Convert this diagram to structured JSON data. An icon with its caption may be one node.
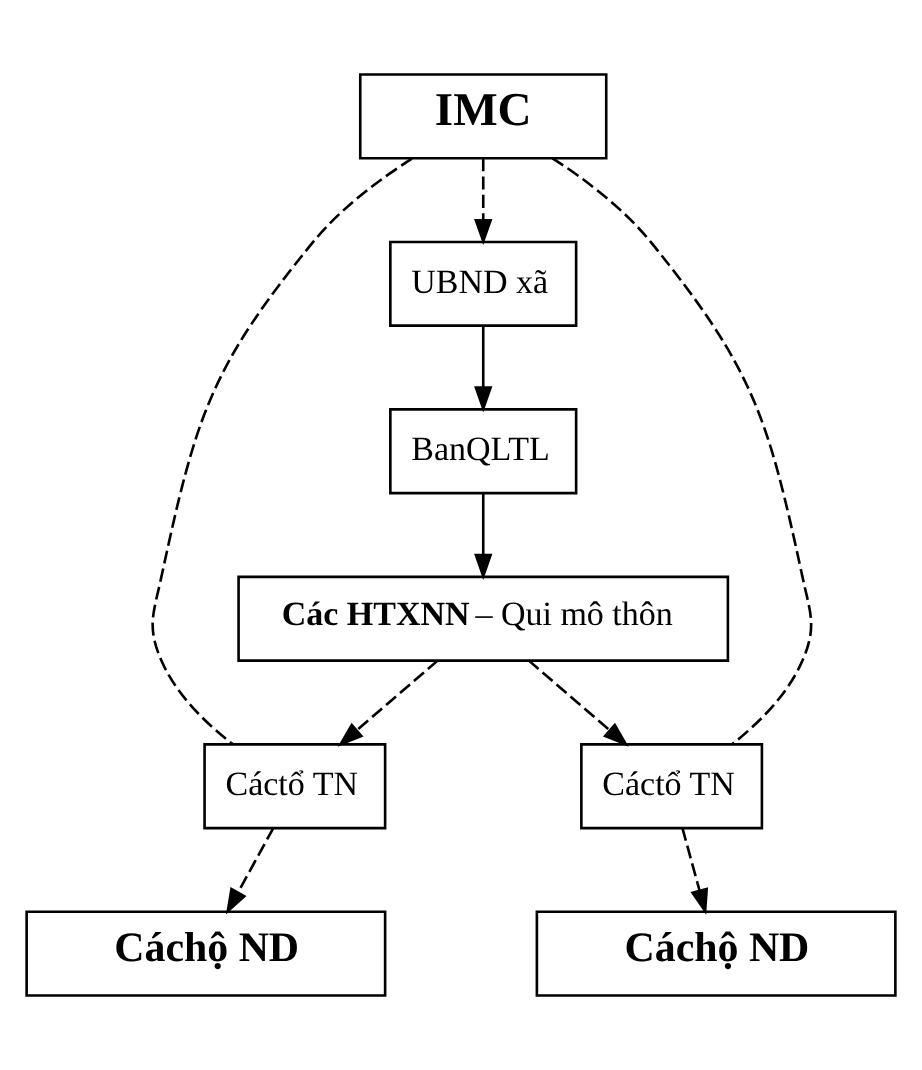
{
  "diagram": {
    "nodes": [
      {
        "text": [
          "IMC"
        ]
      },
      {
        "text": [
          "UBND xã"
        ]
      },
      {
        "text": [
          "BanQLTL"
        ]
      },
      {
        "text": [
          "**Các HTXNN** – Qui mô thôn"
        ]
      },
      {
        "text": [
          "Cáctổ TN"
        ]
      },
      {
        "text": [
          "Cáctổ TN"
        ]
      },
      {
        "text": [
          "Cáchộ ND"
        ]
      },
      {
        "text": [
          "Cáchộ ND"
        ]
      }
    ],
    "edges": [
      {
        "from": 0,
        "to": 1,
        "arrow": "to",
        "style": "dashed"
      },
      {
        "from": 1,
        "to": 2,
        "arrow": "to"
      },
      {
        "from": 2,
        "to": 3,
        "arrow": "to"
      },
      {
        "from": 3,
        "to": 4,
        "arrow": "to",
        "style": "dashed"
      },
      {
        "from": 3,
        "to": 5,
        "arrow": "to",
        "style": "dashed"
      },
      {
        "from": 4,
        "to": 6,
        "arrow": "to",
        "style": "dashed"
      },
      {
        "from": 5,
        "to": 7,
        "arrow": "to",
        "style": "dashed"
      },
      {
        "from": 0,
        "to": 4,
        "arrow": "none",
        "style": "dashed"
      },
      {
        "from": 0,
        "to": 5,
        "arrow": "none",
        "style": "dashed"
      }
    ]
  }
}
